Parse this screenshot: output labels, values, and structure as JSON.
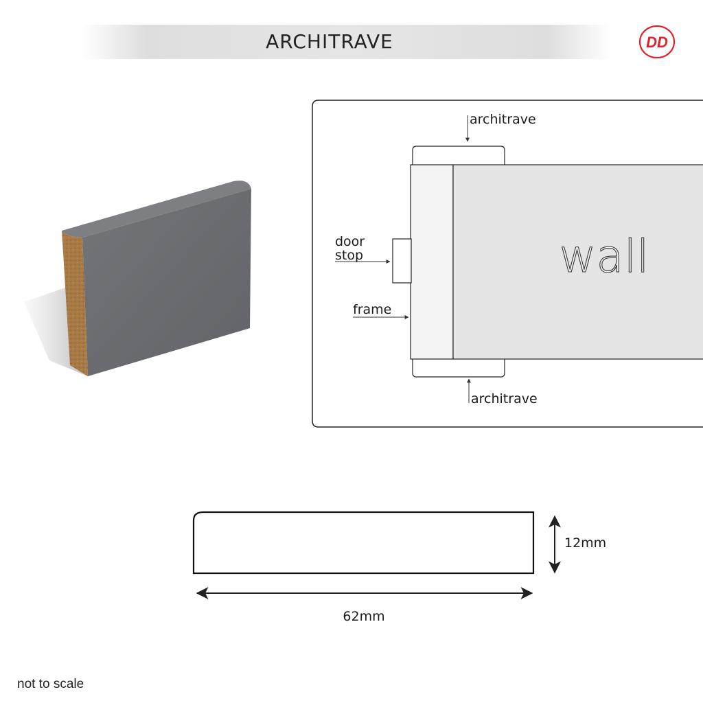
{
  "header": {
    "title": "ARCHITRAVE",
    "logo_text": "DD",
    "logo_color": "#e2202a"
  },
  "section_diagram": {
    "labels": {
      "architrave_top": "architrave",
      "architrave_bottom": "architrave",
      "door_stop_line1": "door",
      "door_stop_line2": "stop",
      "frame": "frame",
      "wall": "wall"
    }
  },
  "profile": {
    "height": "12mm",
    "width": "62mm"
  },
  "footer": {
    "note": "not to scale"
  },
  "colors": {
    "board_face": "#6d6e72",
    "board_top": "#7e7f83",
    "board_edge_mdf": "#a87a45",
    "wall_fill": "#e5e5e5",
    "frame_fill": "#f3f3f3",
    "outline": "#222222"
  }
}
